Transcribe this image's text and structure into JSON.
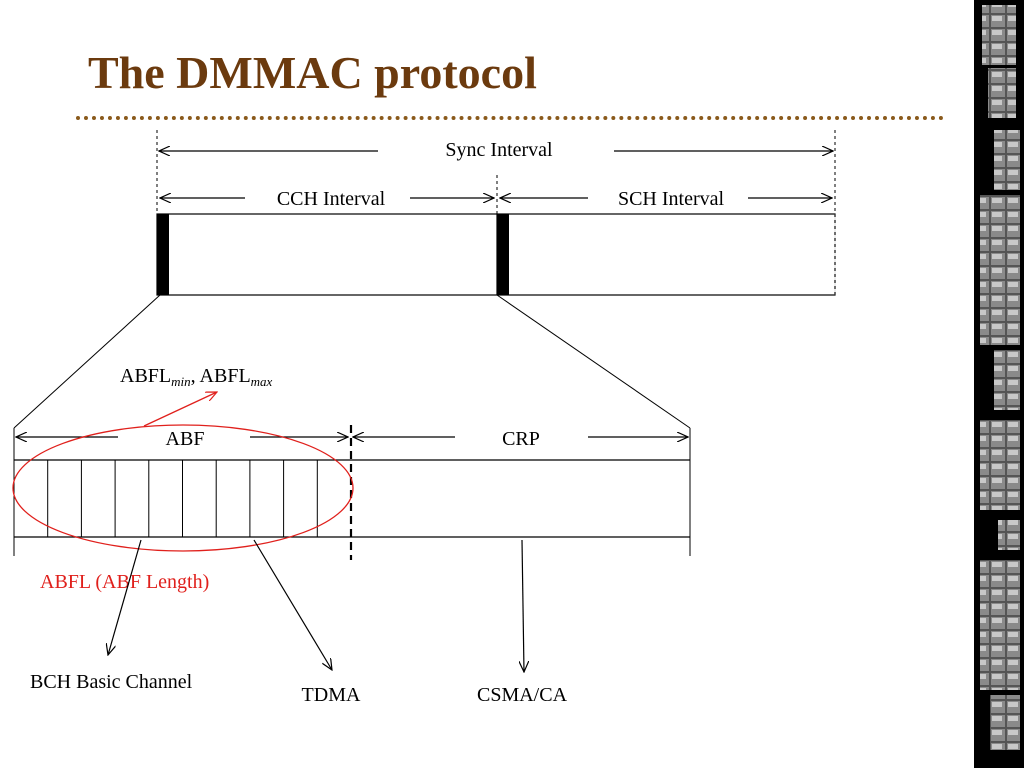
{
  "slide": {
    "title": "The DMMAC protocol"
  },
  "diagram": {
    "sync_interval": "Sync Interval",
    "cch_interval": "CCH Interval",
    "sch_interval": "SCH Interval",
    "abfl_base": "ABFL",
    "abfl_min_sub": "min",
    "abfl_separator": ", ",
    "abfl_max_sub": "max",
    "abf": "ABF",
    "crp": "CRP",
    "abfl_note": "ABFL (ABF Length)",
    "bch": "BCH Basic Channel",
    "tdma": "TDMA",
    "csma": "CSMA/CA",
    "slot_count": 10
  },
  "colors": {
    "title": "#6b3a0e",
    "rule": "#8a5a1c",
    "annotation": "#e0201c",
    "line": "#000000"
  }
}
